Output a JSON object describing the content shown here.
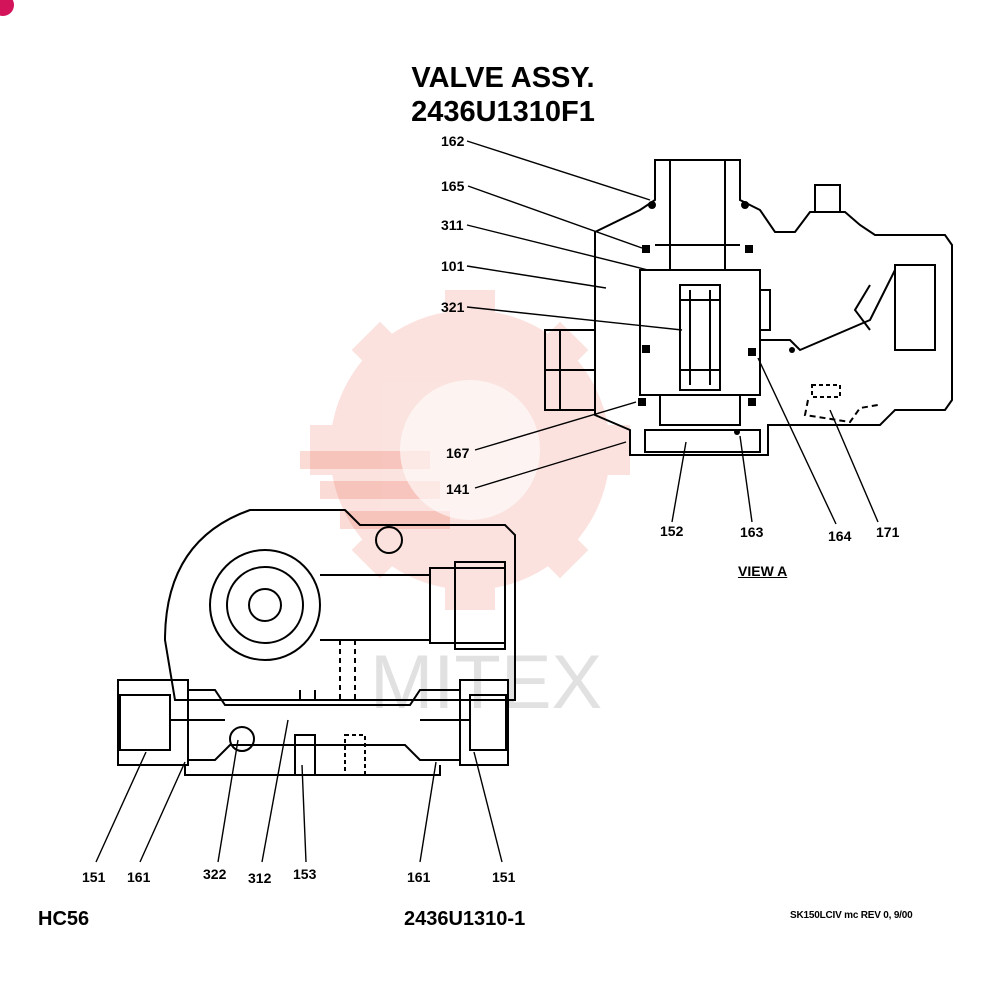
{
  "title": {
    "line1": "VALVE ASSY.",
    "line2": "2436U1310F1"
  },
  "view_label": "VIEW A",
  "footer": {
    "left": "HC56",
    "center": "2436U1310-1",
    "right": "SK150LCIV mc REV 0, 9/00"
  },
  "watermark": {
    "text": "MITEX",
    "color": "#e8503a"
  },
  "callouts_top": [
    "162",
    "165",
    "311",
    "101",
    "321",
    "167",
    "141",
    "152",
    "163",
    "164",
    "171"
  ],
  "callouts_bottom": [
    "151",
    "161",
    "322",
    "312",
    "153",
    "161",
    "151"
  ],
  "colors": {
    "ink": "#000000",
    "corner_mark": "#d4145a"
  }
}
